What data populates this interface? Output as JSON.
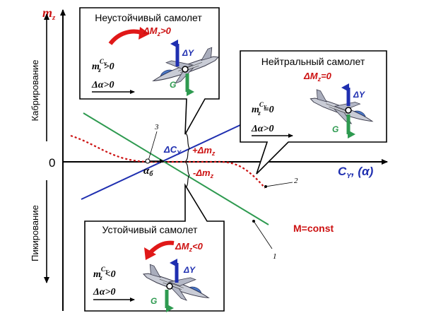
{
  "axes": {
    "y_label": "m",
    "y_label_sub": "z",
    "x_label": "C",
    "x_label_sub": "Y",
    "x_label_suffix": ", (α)",
    "origin": "0",
    "upper_side": "Кабрирование",
    "lower_side": "Пикирование"
  },
  "boxes": {
    "unstable": {
      "title": "Неустойчивый самолет",
      "delta_m": "ΔM",
      "delta_m_sub": "z",
      "delta_m_rel": ">0",
      "m_expr": "m",
      "m_sup": "C",
      "m_sup_sub": "Y",
      "m_sub": "z",
      "m_rel": ">0",
      "alpha_expr": "Δα>0",
      "lift": "ΔY",
      "weight": "G"
    },
    "neutral": {
      "title": "Нейтральный самолет",
      "delta_m": "ΔM",
      "delta_m_sub": "z",
      "delta_m_rel": "=0",
      "m_expr": "m",
      "m_sup": "C",
      "m_sup_sub": "Y",
      "m_sub": "z",
      "m_rel": "=0",
      "alpha_expr": "Δα>0",
      "lift": "ΔY",
      "weight": "G"
    },
    "stable": {
      "title": "Устойчивый самолет",
      "delta_m": "ΔM",
      "delta_m_sub": "z",
      "delta_m_rel": "<0",
      "m_expr": "m",
      "m_sup": "C",
      "m_sup_sub": "Y",
      "m_sub": "z",
      "m_rel": "<0",
      "alpha_expr": "Δα>0",
      "lift": "ΔY",
      "weight": "G"
    }
  },
  "annotations": {
    "delta_cy": "ΔC",
    "delta_cy_sub": "Y",
    "plus_dm": "+Δm",
    "plus_dm_sub": "z",
    "minus_dm": "-Δm",
    "minus_dm_sub": "z",
    "alpha_b": "α",
    "alpha_b_sub": "б",
    "m_const": "M=const",
    "curve_1": "1",
    "curve_2": "2",
    "curve_3": "3"
  },
  "colors": {
    "red": "#cc1111",
    "blue": "#1f2fb0",
    "green": "#2e9a50",
    "axis": "#000000",
    "plane_body": "#c9ccd6"
  }
}
